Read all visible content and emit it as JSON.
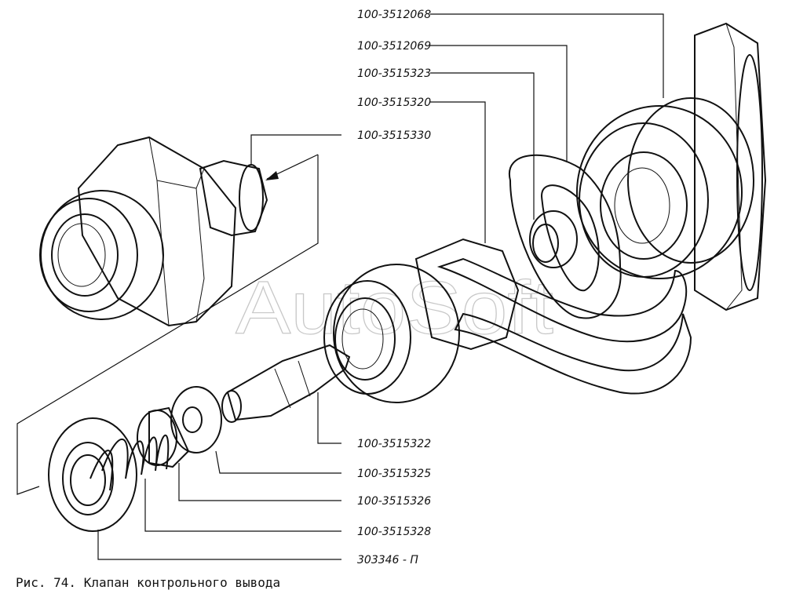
{
  "figure": {
    "caption": "Рис. 74. Клапан контрольного вывода",
    "watermark": "AutoSoft"
  },
  "parts": [
    {
      "id": "label-100-3512068",
      "text": "100-3512068"
    },
    {
      "id": "label-100-3512069",
      "text": "100-3512069"
    },
    {
      "id": "label-100-3515323",
      "text": "100-3515323"
    },
    {
      "id": "label-100-3515320",
      "text": "100-3515320"
    },
    {
      "id": "label-100-3515330",
      "text": "100-3515330"
    },
    {
      "id": "label-100-3515322",
      "text": "100-3515322"
    },
    {
      "id": "label-100-3515325",
      "text": "100-3515325"
    },
    {
      "id": "label-100-3515326",
      "text": "100-3515326"
    },
    {
      "id": "label-100-3515328",
      "text": "100-3515328"
    },
    {
      "id": "label-303346-p",
      "text": "303346 - П"
    }
  ]
}
